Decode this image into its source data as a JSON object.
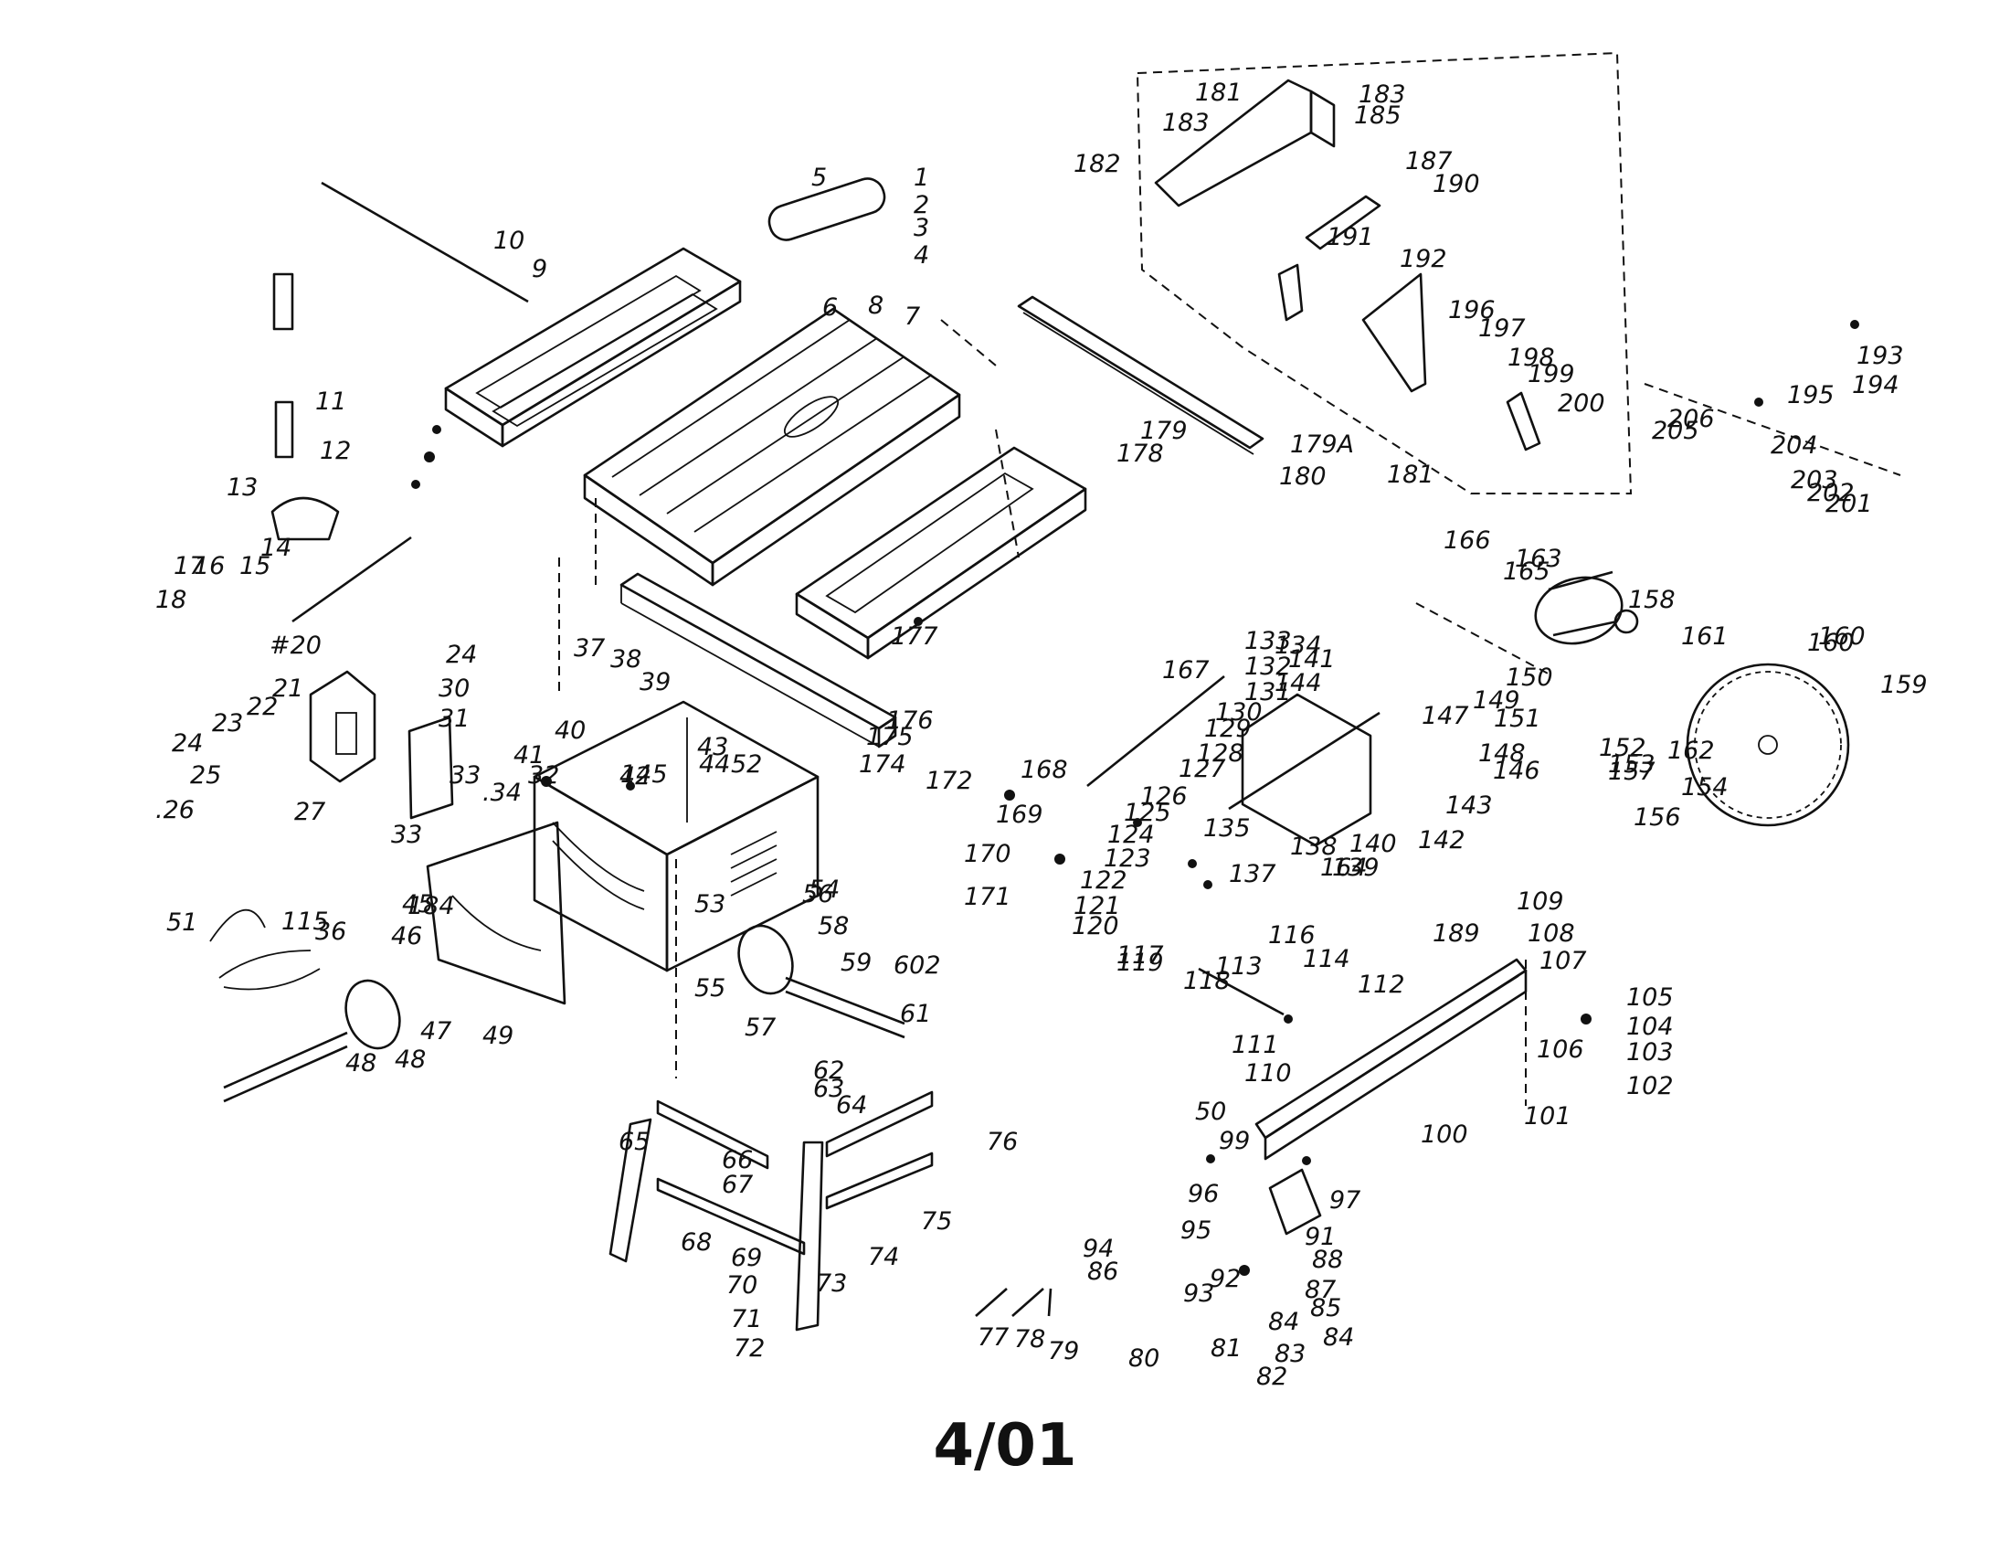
{
  "footer": "4/01",
  "labels": [
    "1",
    "2",
    "3",
    "4",
    "5",
    "6",
    "7",
    "8",
    "9",
    "10",
    "11",
    "12",
    "13",
    "14",
    "15",
    "16",
    "17",
    "18",
    "#20",
    "21",
    "22",
    "23",
    "24",
    "24",
    "25",
    ".26",
    "27",
    "30",
    "31",
    "32",
    "33",
    "33",
    ".34",
    "36",
    "37",
    "38",
    "39",
    "40",
    "41",
    "42",
    "43",
    "44",
    "45",
    "46",
    "47",
    "48",
    "48",
    "49",
    "50",
    "51",
    "52",
    "53",
    "54",
    "55",
    "56",
    "57",
    "58",
    "59",
    "602",
    "61",
    "62",
    "63",
    "64",
    "65",
    "66",
    "67",
    "68",
    "69",
    "70",
    "71",
    "72",
    "73",
    "74",
    "75",
    "76",
    "77",
    "78",
    "79",
    "80",
    "81",
    "82",
    "83",
    "84",
    "84",
    "85",
    "86",
    "87",
    "88",
    "91",
    "92",
    "93",
    "94",
    "95",
    "96",
    "97",
    "99",
    "100",
    "101",
    "102",
    "103",
    "104",
    "105",
    "106",
    "107",
    "108",
    "109",
    "110",
    "111",
    "112",
    "113",
    "114",
    "115",
    "116",
    "117",
    "118",
    "119",
    "120",
    "121",
    "122",
    "123",
    "124",
    "125",
    "126",
    "127",
    "128",
    "129",
    "130",
    "131",
    "132",
    "133",
    "134",
    "135",
    "137",
    "138",
    "139",
    "140",
    "141",
    "142",
    "143",
    "144",
    "145",
    "146",
    "147",
    "148",
    "149",
    "150",
    "151",
    "152",
    "153",
    "154",
    "156",
    "157",
    "158",
    "159",
    "160",
    "160",
    "161",
    "162",
    "163",
    "164",
    "165",
    "166",
    "167",
    "168",
    "169",
    "170",
    "171",
    "172",
    "174",
    "175",
    "176",
    "177",
    "178",
    "179",
    "179A",
    "180",
    "181",
    "181",
    "182",
    "183",
    "183",
    "184",
    "185",
    "187",
    "189",
    "190",
    "191",
    "192",
    "193",
    "194",
    "195",
    "196",
    "197",
    "198",
    "199",
    "200",
    "201",
    "202",
    "203",
    "204",
    "205",
    "206"
  ]
}
